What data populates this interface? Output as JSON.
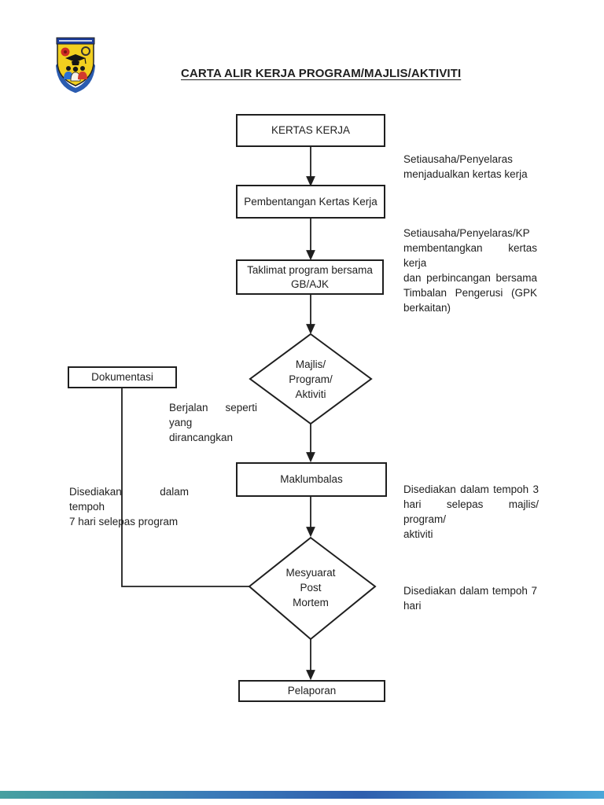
{
  "page_title": "CARTA ALIR KERJA PROGRAM/MAJLIS/AKTIVITI",
  "logo": {
    "name": "school-crest"
  },
  "flowchart": {
    "kertas_kerja": {
      "label": "KERTAS KERJA",
      "type": "process"
    },
    "pembentangan": {
      "label": "Pembentangan Kertas Kerja",
      "type": "process"
    },
    "taklimat": {
      "label": "Taklimat program bersama GB/AJK",
      "type": "process"
    },
    "majlis": {
      "lines": [
        "Majlis/",
        "Program/",
        "Aktiviti"
      ],
      "type": "decision"
    },
    "maklumbalas": {
      "label": "Maklumbalas",
      "type": "process"
    },
    "dokumentasi": {
      "label": "Dokumentasi",
      "type": "process"
    },
    "post_mortem": {
      "lines": [
        "Mesyuarat",
        "Post",
        "Mortem"
      ],
      "type": "decision"
    },
    "pelaporan": {
      "label": "Pelaporan",
      "type": "process"
    }
  },
  "annotations": {
    "jadual": {
      "lines": [
        "Setiausaha/Penyelaras",
        "menjadualkan kertas kerja"
      ]
    },
    "bentang": {
      "lines": [
        "Setiausaha/Penyelaras/KP",
        "membentangkan kertas kerja",
        "dan perbincangan bersama",
        "Timbalan Pengerusi (GPK",
        "berkaitan)"
      ]
    },
    "berjalan": {
      "lines": [
        "Berjalan seperti",
        "yang dirancangkan"
      ]
    },
    "dok7": {
      "lines": [
        "Disediakan dalam tempoh",
        "7 hari selepas program"
      ]
    },
    "maklum3": {
      "lines": [
        "Disediakan dalam tempoh 3",
        "hari selepas majlis/ program/",
        "aktiviti"
      ]
    },
    "post7": {
      "lines": [
        "Disediakan dalam tempoh 7",
        "hari"
      ]
    }
  },
  "colors": {
    "line": "#1f1f1f",
    "crest_shield": "#f2cf1f",
    "crest_banner_blue": "#1c3c9c",
    "crest_flower_red": "#cf2b24",
    "crest_base_blue": "#2b5cb0",
    "footer_gradient": [
      "#46a0a0",
      "#3a7ab8",
      "#2f5fae",
      "#4aa6d8"
    ]
  }
}
